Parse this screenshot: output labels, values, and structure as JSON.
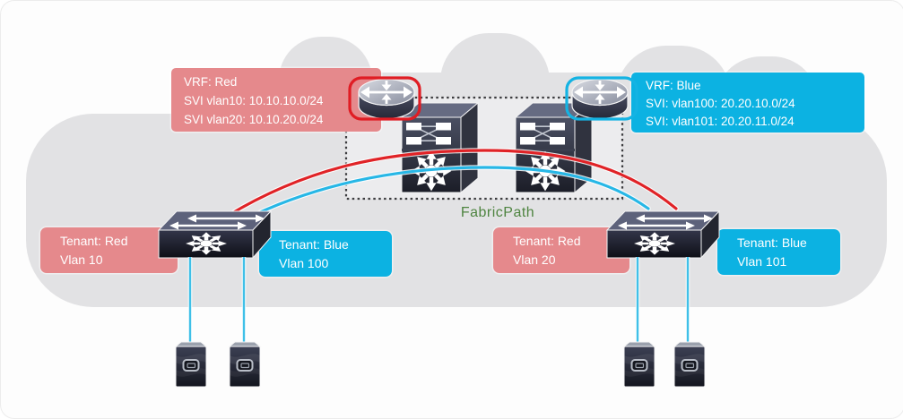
{
  "diagram": {
    "fabric_label": "FabricPath",
    "vrf_red": {
      "title": "VRF: Red",
      "svi1": "SVI vlan10: 10.10.10.0/24",
      "svi2": "SVI vlan20: 10.10.20.0/24"
    },
    "vrf_blue": {
      "title": "VRF: Blue",
      "svi1": "SVI: vlan100: 20.20.10.0/24",
      "svi2": "SVI: vlan101: 20.20.11.0/24"
    },
    "tenants": [
      {
        "name": "Tenant: Red",
        "vlan": "Vlan 10"
      },
      {
        "name": "Tenant: Blue",
        "vlan": "Vlan 100"
      },
      {
        "name": "Tenant: Red",
        "vlan": "Vlan 20"
      },
      {
        "name": "Tenant: Blue",
        "vlan": "Vlan 101"
      }
    ],
    "colors": {
      "tenant_red_box": "#e5898c",
      "tenant_blue_box": "#0cb2e2",
      "fabricpath_green": "#4e8440",
      "red_link": "#e02327",
      "blue_link": "#27b7e6",
      "server_uplink": "#3fc0e8",
      "cloud": "#e2e2e4",
      "red_highlight_ring": "#e01d24",
      "blue_highlight_ring": "#14b3e3"
    },
    "icons": {
      "routers": [
        "router-icon-left",
        "router-icon-right"
      ],
      "spine_switches": [
        "spine-switch-left",
        "spine-switch-right"
      ],
      "leaf_switches": [
        "leaf-switch-left",
        "leaf-switch-right"
      ],
      "servers": [
        "server-1",
        "server-2",
        "server-3",
        "server-4"
      ]
    }
  }
}
